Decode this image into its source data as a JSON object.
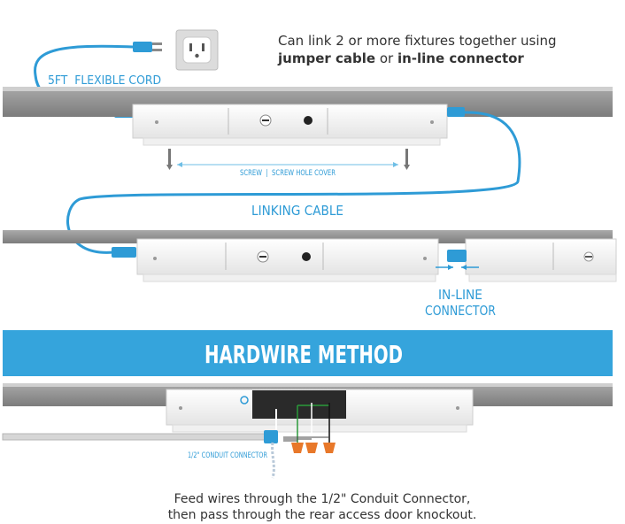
{
  "top_note": {
    "line1": "Can link 2 or more fixtures together using",
    "line2_bold_a": "jumper cable",
    "line2_mid": " or ",
    "line2_bold_b": "in-line connector"
  },
  "labels": {
    "flexible_cord": "5FT  FLEXIBLE CORD",
    "screw": "SCREW  |  SCREW HOLE COVER",
    "linking_cable": "LINKING CABLE",
    "inline_line1": "IN-LINE",
    "inline_line2": "CONNECTOR",
    "banner": "HARDWIRE METHOD",
    "conduit": "1/2\" CONDUIT CONNECTOR"
  },
  "bottom_note": {
    "line1": "Feed wires through the 1/2\" Conduit Connector,",
    "line2": "then pass through the rear access door knockout."
  },
  "colors": {
    "cable_blue": "#2e9bd6",
    "banner_blue": "#35a4dc",
    "cabinet_gray": "#8c8c8c",
    "wire_green": "#2a9a3a",
    "wire_nut_orange": "#e8782a"
  }
}
